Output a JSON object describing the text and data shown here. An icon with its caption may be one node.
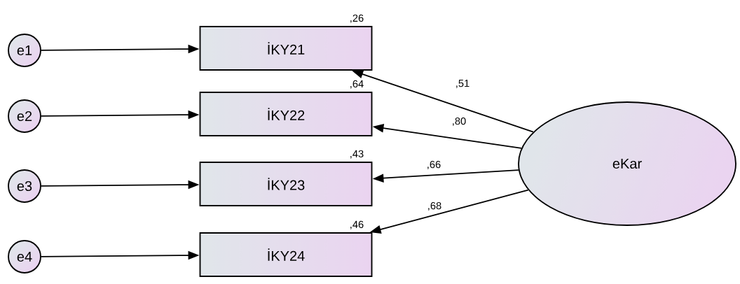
{
  "diagram": {
    "nodes": [
      {
        "text": [
          "e1"
        ]
      },
      {
        "text": [
          "e2"
        ]
      },
      {
        "text": [
          "e3"
        ]
      },
      {
        "text": [
          "e4"
        ]
      },
      {
        "text": [
          "İKY21"
        ],
        "beside": [
          ",26"
        ]
      },
      {
        "text": [
          "İKY22"
        ],
        "beside": [
          ",64"
        ]
      },
      {
        "text": [
          "İKY23"
        ],
        "beside": [
          ",43"
        ]
      },
      {
        "text": [
          "İKY24"
        ],
        "beside": [
          ",46"
        ]
      },
      {
        "text": [
          "eKar"
        ]
      }
    ],
    "edges": [
      {
        "from": 0,
        "to": 4,
        "arrow": "to"
      },
      {
        "from": 1,
        "to": 5,
        "arrow": "to"
      },
      {
        "from": 2,
        "to": 6,
        "arrow": "to"
      },
      {
        "from": 3,
        "to": 7,
        "arrow": "to"
      },
      {
        "from": 8,
        "to": 4,
        "arrow": "to",
        "label": ",51"
      },
      {
        "from": 8,
        "to": 5,
        "arrow": "to",
        "label": ",80"
      },
      {
        "from": 8,
        "to": 6,
        "arrow": "to",
        "label": ",66"
      },
      {
        "from": 8,
        "to": 7,
        "arrow": "to",
        "label": ",68"
      }
    ]
  }
}
